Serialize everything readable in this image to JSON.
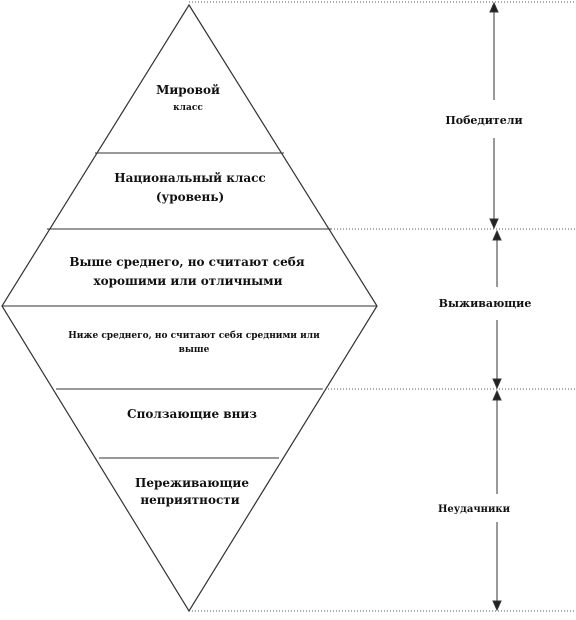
{
  "levels": [
    {
      "lines": [
        "Мировой",
        "класс"
      ]
    },
    {
      "lines": [
        "Национальный класс",
        "(уровень)"
      ]
    },
    {
      "lines": [
        "Выше среднего, но считают себя",
        "хорошими или отличными"
      ]
    },
    {
      "lines": [
        "Ниже среднего, но считают себя средними или",
        "выше"
      ]
    },
    {
      "lines": [
        "Сползающие вниз"
      ]
    },
    {
      "lines": [
        "Переживающие",
        "неприятности"
      ]
    }
  ],
  "groups": [
    {
      "label": "Победители"
    },
    {
      "label": "Выживающие"
    },
    {
      "label": "Неудачники"
    }
  ]
}
